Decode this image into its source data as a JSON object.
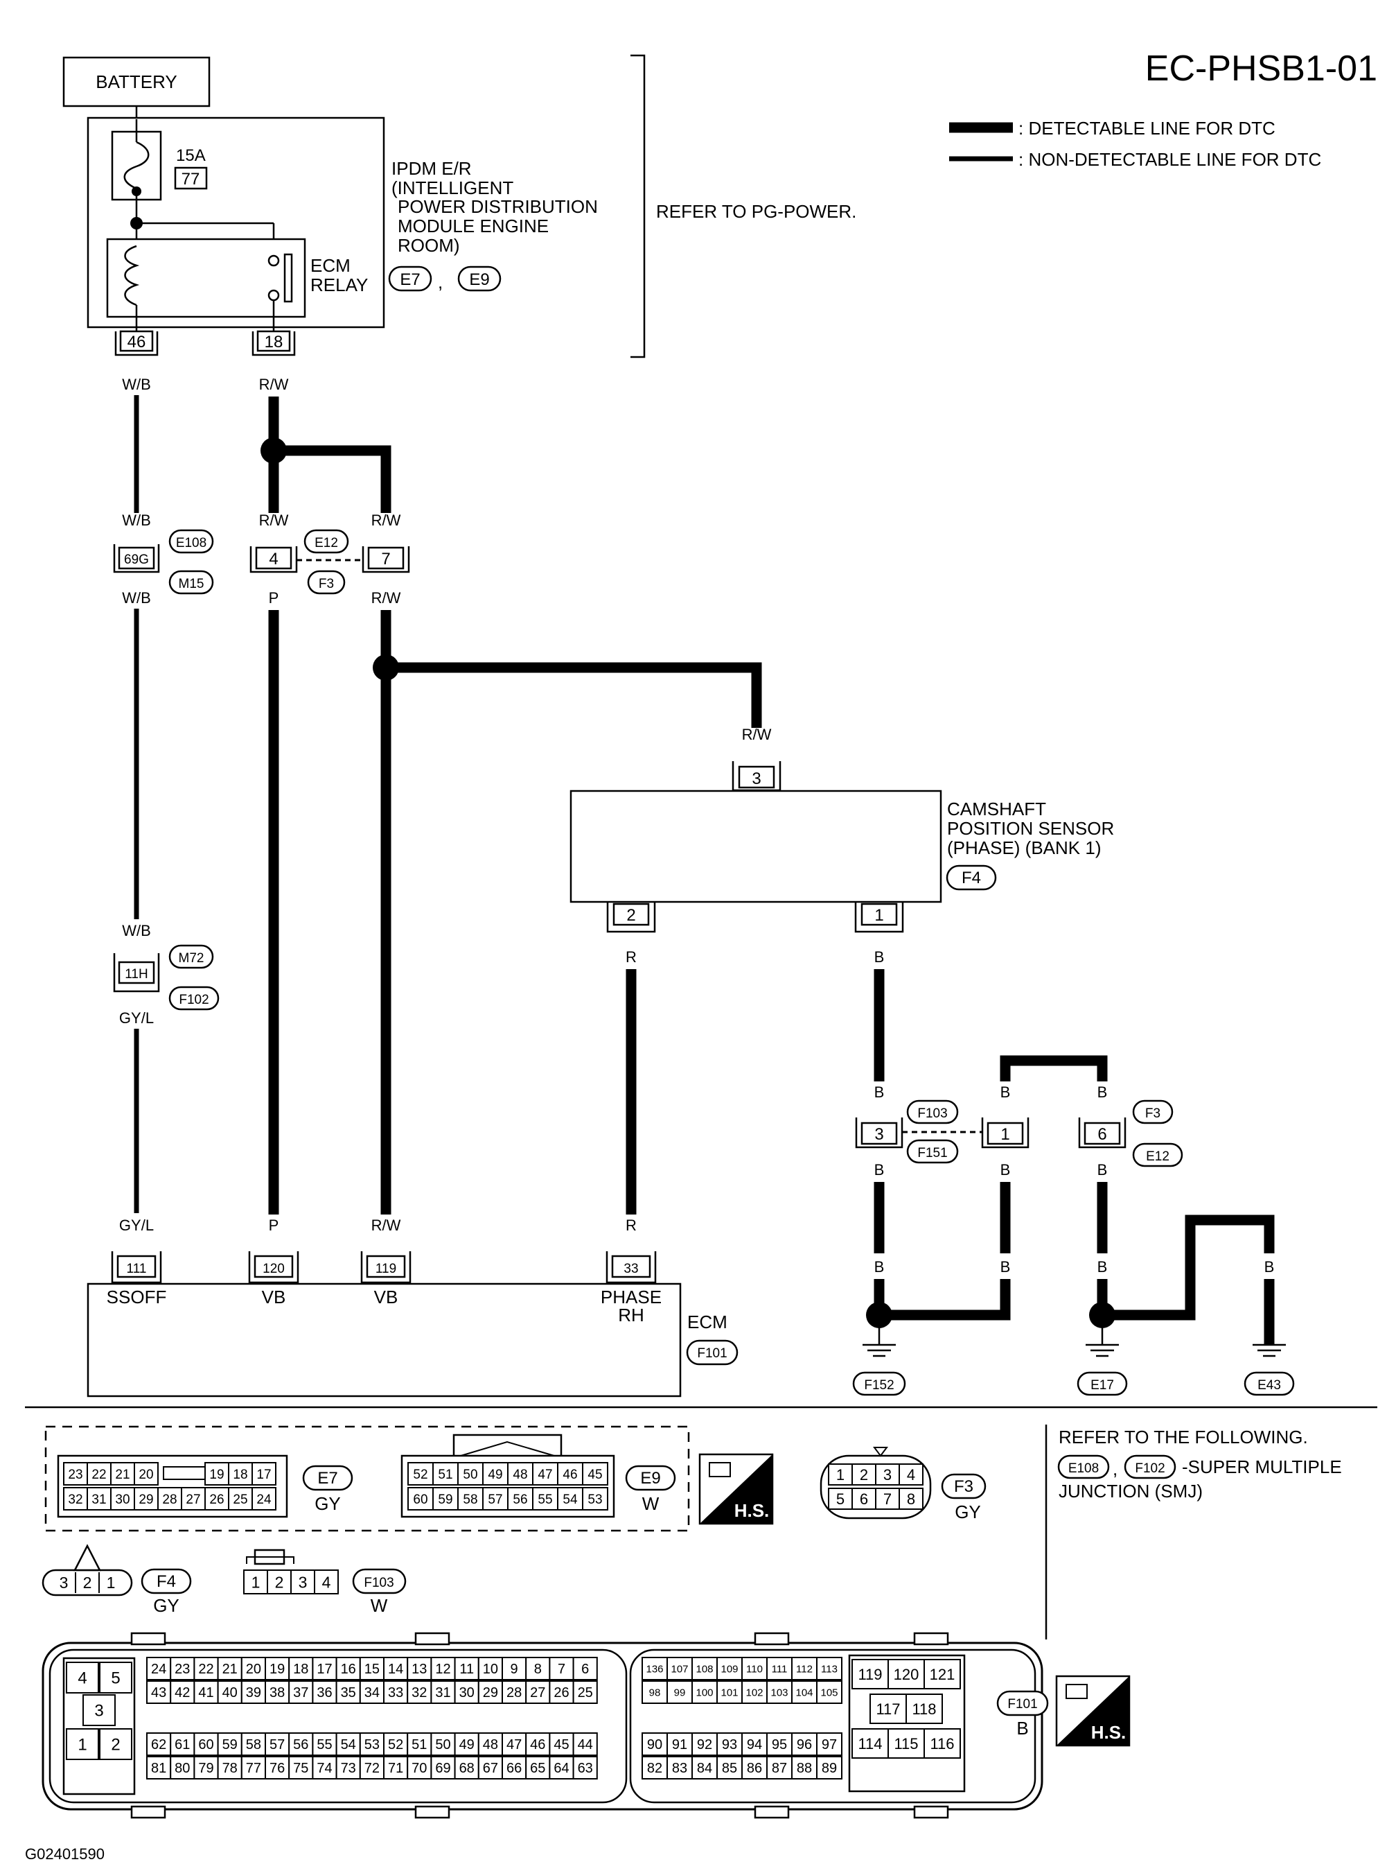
{
  "title": "EC-PHSB1-01",
  "figure_id": "G02401590",
  "legend": {
    "detectable": ": DETECTABLE LINE FOR DTC",
    "non_detectable": ": NON-DETECTABLE LINE FOR DTC"
  },
  "battery": "BATTERY",
  "fuse": {
    "amp": "15A",
    "num": "77"
  },
  "ipdm": {
    "line1": "IPDM E/R",
    "line2": "(INTELLIGENT",
    "line3": "POWER DISTRIBUTION",
    "line4": "MODULE ENGINE",
    "line5": "ROOM)",
    "conn1": "E7",
    "sep": ",",
    "conn2": "E9",
    "pin_a": "46",
    "pin_b": "18"
  },
  "relay": {
    "line1": "ECM",
    "line2": "RELAY"
  },
  "refer_pg": "REFER TO PG-POWER.",
  "wires": {
    "wb": "W/B",
    "rw": "R/W",
    "p": "P",
    "gyl": "GY/L",
    "r": "R",
    "b": "B"
  },
  "connectors": {
    "c69g": "69G",
    "e108": "E108",
    "m15": "M15",
    "pin4": "4",
    "pin7": "7",
    "e12": "E12",
    "f3": "F3",
    "c11h": "11H",
    "m72": "M72",
    "f102": "F102",
    "f103": "F103",
    "f151": "F151",
    "pin3": "3",
    "pin1": "1",
    "pin6": "6"
  },
  "cmp": {
    "line1": "CAMSHAFT",
    "line2": "POSITION SENSOR",
    "line3": "(PHASE) (BANK 1)",
    "conn": "F4",
    "pin_top": "3",
    "pin_l": "2",
    "pin_r": "1"
  },
  "ecm": {
    "name": "ECM",
    "conn": "F101",
    "pins": [
      "111",
      "120",
      "119",
      "33"
    ],
    "labels": [
      "SSOFF",
      "VB",
      "VB",
      "PHASE",
      "RH"
    ]
  },
  "grounds": [
    "F152",
    "E17",
    "E43"
  ],
  "refer_following": {
    "line1": "REFER TO THE FOLLOWING.",
    "c1": "E108",
    "c2": "F102",
    "text": "-SUPER MULTIPLE",
    "line3": "JUNCTION (SMJ)"
  },
  "face_views": {
    "e7": {
      "name": "E7",
      "color": "GY",
      "top": [
        "23",
        "22",
        "21",
        "20",
        "19",
        "18",
        "17"
      ],
      "bottom": [
        "32",
        "31",
        "30",
        "29",
        "28",
        "27",
        "26",
        "25",
        "24"
      ]
    },
    "e9": {
      "name": "E9",
      "color": "W",
      "top": [
        "52",
        "51",
        "50",
        "49",
        "48",
        "47",
        "46",
        "45"
      ],
      "bottom": [
        "60",
        "59",
        "58",
        "57",
        "56",
        "55",
        "54",
        "53"
      ]
    },
    "hs": "H.S.",
    "f3": {
      "name": "F3",
      "color": "GY",
      "top": [
        "1",
        "2",
        "3",
        "4"
      ],
      "bottom": [
        "5",
        "6",
        "7",
        "8"
      ]
    },
    "f4": {
      "name": "F4",
      "color": "GY",
      "pins": [
        "3",
        "2",
        "1"
      ]
    },
    "f103": {
      "name": "F103",
      "color": "W",
      "pins": [
        "1",
        "2",
        "3",
        "4"
      ]
    },
    "f101": {
      "name": "F101",
      "color": "B",
      "left_block": [
        "4",
        "5",
        "3",
        "1",
        "2"
      ],
      "row1": [
        "24",
        "23",
        "22",
        "21",
        "20",
        "19",
        "18",
        "17",
        "16",
        "15",
        "14",
        "13",
        "12",
        "11",
        "10",
        "9",
        "8",
        "7",
        "6"
      ],
      "row2": [
        "43",
        "42",
        "41",
        "40",
        "39",
        "38",
        "37",
        "36",
        "35",
        "34",
        "33",
        "32",
        "31",
        "30",
        "29",
        "28",
        "27",
        "26",
        "25"
      ],
      "row3": [
        "62",
        "61",
        "60",
        "59",
        "58",
        "57",
        "56",
        "55",
        "54",
        "53",
        "52",
        "51",
        "50",
        "49",
        "48",
        "47",
        "46",
        "45",
        "44"
      ],
      "row4": [
        "81",
        "80",
        "79",
        "78",
        "77",
        "76",
        "75",
        "74",
        "73",
        "72",
        "71",
        "70",
        "69",
        "68",
        "67",
        "66",
        "65",
        "64",
        "63"
      ],
      "mid1": [
        "136",
        "107",
        "108",
        "109",
        "110",
        "111",
        "112",
        "113"
      ],
      "mid2": [
        "98",
        "99",
        "100",
        "101",
        "102",
        "103",
        "104",
        "105"
      ],
      "mid3": [
        "90",
        "91",
        "92",
        "93",
        "94",
        "95",
        "96",
        "97"
      ],
      "mid4": [
        "82",
        "83",
        "84",
        "85",
        "86",
        "87",
        "88",
        "89"
      ],
      "right_top": [
        "119",
        "120",
        "121"
      ],
      "right_mid": [
        "117",
        "118"
      ],
      "right_bot": [
        "114",
        "115",
        "116"
      ]
    }
  }
}
